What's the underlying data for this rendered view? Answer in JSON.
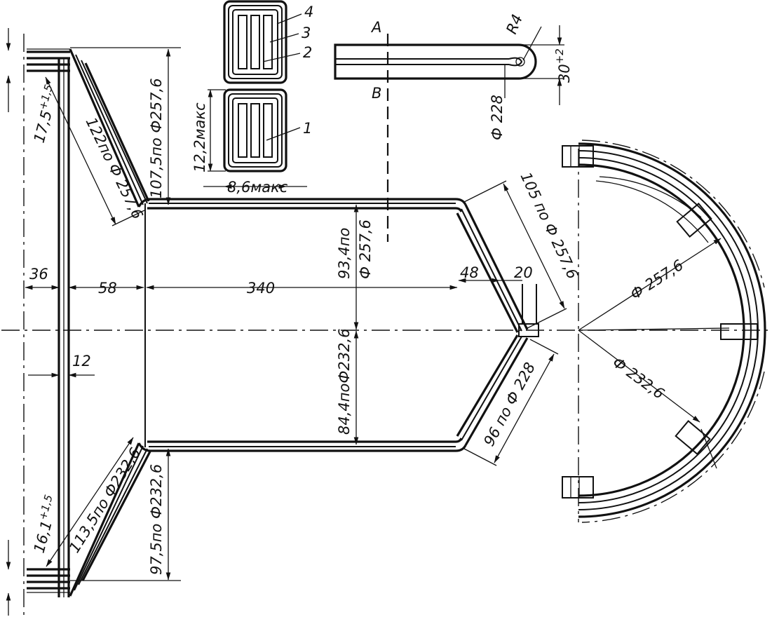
{
  "dimensions": {
    "d36": "36",
    "d58": "58",
    "d340": "340",
    "d48": "48",
    "d20": "20",
    "d12": "12",
    "tol_top_base": "17,5",
    "tol_top_sup": "+1,5",
    "tol_bot_base": "16,1",
    "tol_bot_sup": "+1,5",
    "upper_slant": "122по Ф 257,6",
    "upper_vertical": "107,5по Ф257,6",
    "lower_slant": "113,5по Ф232,6",
    "lower_vertical": "97,5по Ф232,6",
    "inner_upper_base": "93,4по",
    "inner_upper_sub": "Ф 257,6",
    "inner_lower": "84,4поФ232,6",
    "right_upper": "105 по Ф 257,6",
    "right_lower": "96 по Ф 228",
    "gap_base": "30",
    "gap_sup": "+2",
    "radius": "R4",
    "phi228": "Ф 228",
    "arc_outer": "Ф 257,6",
    "arc_inner": "Ф 232,6"
  },
  "inset": {
    "height_label": "12,2макс",
    "width_label": "8,6макс",
    "part1": "1",
    "part2": "2",
    "part3": "3",
    "part4": "4"
  },
  "section": {
    "label_a": "А",
    "label_b": "В"
  }
}
